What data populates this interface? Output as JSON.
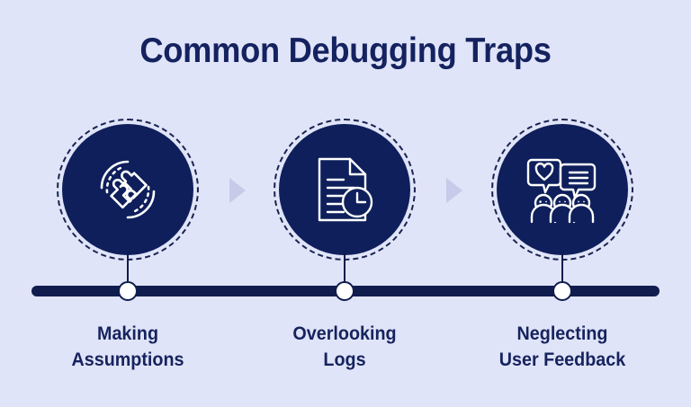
{
  "infographic": {
    "title": "Common Debugging Traps",
    "background_color": "#e0e4f8",
    "accent_color": "#0e1f5b",
    "text_color": "#16235e",
    "steps": [
      {
        "icon": "puzzle-pieces-icon",
        "label_line1": "Making",
        "label_line2": "Assumptions"
      },
      {
        "icon": "document-clock-icon",
        "label_line1": "Overlooking",
        "label_line2": "Logs"
      },
      {
        "icon": "user-feedback-people-icon",
        "label_line1": "Neglecting",
        "label_line2": "User Feedback"
      }
    ],
    "connectors": [
      {
        "icon": "arrow-right-icon"
      },
      {
        "icon": "arrow-right-icon"
      }
    ]
  }
}
